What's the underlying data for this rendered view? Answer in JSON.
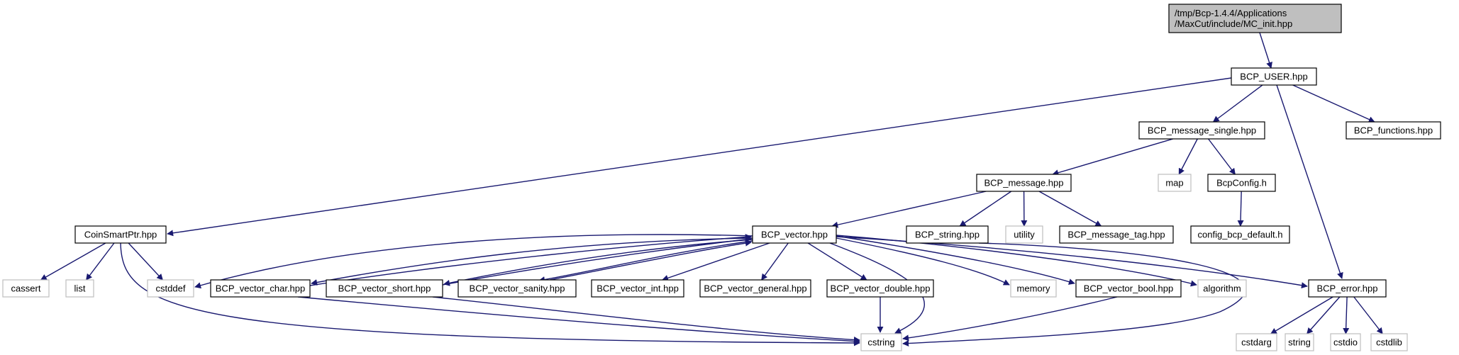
{
  "diagram": {
    "type": "include-dependency-graph",
    "colors": {
      "edge": "#191970",
      "root_fill": "#bfbfbf",
      "node_border": "#000000",
      "external_border": "#bfbfbf",
      "node_fill": "#ffffff"
    },
    "nodes": [
      {
        "id": "mc_init",
        "label_lines": [
          "/tmp/Bcp-1.4.4/Applications",
          "/MaxCut/include/MC_init.hpp"
        ],
        "kind": "root"
      },
      {
        "id": "bcp_user",
        "label_lines": [
          "BCP_USER.hpp"
        ],
        "kind": "project"
      },
      {
        "id": "bcp_message_single",
        "label_lines": [
          "BCP_message_single.hpp"
        ],
        "kind": "project"
      },
      {
        "id": "bcp_functions",
        "label_lines": [
          "BCP_functions.hpp"
        ],
        "kind": "project"
      },
      {
        "id": "map",
        "label_lines": [
          "map"
        ],
        "kind": "external"
      },
      {
        "id": "bcpconfig",
        "label_lines": [
          "BcpConfig.h"
        ],
        "kind": "project"
      },
      {
        "id": "bcp_message",
        "label_lines": [
          "BCP_message.hpp"
        ],
        "kind": "project"
      },
      {
        "id": "coinsmartptr",
        "label_lines": [
          "CoinSmartPtr.hpp"
        ],
        "kind": "project"
      },
      {
        "id": "bcp_vector",
        "label_lines": [
          "BCP_vector.hpp"
        ],
        "kind": "project"
      },
      {
        "id": "bcp_string",
        "label_lines": [
          "BCP_string.hpp"
        ],
        "kind": "project"
      },
      {
        "id": "utility",
        "label_lines": [
          "utility"
        ],
        "kind": "external"
      },
      {
        "id": "bcp_message_tag",
        "label_lines": [
          "BCP_message_tag.hpp"
        ],
        "kind": "project"
      },
      {
        "id": "config_bcp_default",
        "label_lines": [
          "config_bcp_default.h"
        ],
        "kind": "project"
      },
      {
        "id": "cassert",
        "label_lines": [
          "cassert"
        ],
        "kind": "external"
      },
      {
        "id": "list",
        "label_lines": [
          "list"
        ],
        "kind": "external"
      },
      {
        "id": "cstddef",
        "label_lines": [
          "cstddef"
        ],
        "kind": "external"
      },
      {
        "id": "bcp_vector_char",
        "label_lines": [
          "BCP_vector_char.hpp"
        ],
        "kind": "project"
      },
      {
        "id": "bcp_vector_short",
        "label_lines": [
          "BCP_vector_short.hpp"
        ],
        "kind": "project"
      },
      {
        "id": "bcp_vector_sanity",
        "label_lines": [
          "BCP_vector_sanity.hpp"
        ],
        "kind": "project"
      },
      {
        "id": "bcp_vector_int",
        "label_lines": [
          "BCP_vector_int.hpp"
        ],
        "kind": "project"
      },
      {
        "id": "bcp_vector_general",
        "label_lines": [
          "BCP_vector_general.hpp"
        ],
        "kind": "project"
      },
      {
        "id": "bcp_vector_double",
        "label_lines": [
          "BCP_vector_double.hpp"
        ],
        "kind": "project"
      },
      {
        "id": "memory",
        "label_lines": [
          "memory"
        ],
        "kind": "external"
      },
      {
        "id": "bcp_vector_bool",
        "label_lines": [
          "BCP_vector_bool.hpp"
        ],
        "kind": "project"
      },
      {
        "id": "algorithm",
        "label_lines": [
          "algorithm"
        ],
        "kind": "external"
      },
      {
        "id": "bcp_error",
        "label_lines": [
          "BCP_error.hpp"
        ],
        "kind": "project"
      },
      {
        "id": "cstring",
        "label_lines": [
          "cstring"
        ],
        "kind": "external"
      },
      {
        "id": "cstdarg",
        "label_lines": [
          "cstdarg"
        ],
        "kind": "external"
      },
      {
        "id": "string",
        "label_lines": [
          "string"
        ],
        "kind": "external"
      },
      {
        "id": "cstdio",
        "label_lines": [
          "cstdio"
        ],
        "kind": "external"
      },
      {
        "id": "cstdlib",
        "label_lines": [
          "cstdlib"
        ],
        "kind": "external"
      }
    ],
    "edges": [
      [
        "mc_init",
        "bcp_user"
      ],
      [
        "bcp_user",
        "coinsmartptr"
      ],
      [
        "bcp_user",
        "bcp_message_single"
      ],
      [
        "bcp_user",
        "bcp_functions"
      ],
      [
        "bcp_user",
        "bcp_error"
      ],
      [
        "bcp_message_single",
        "bcp_message"
      ],
      [
        "bcp_message_single",
        "map"
      ],
      [
        "bcp_message_single",
        "bcpconfig"
      ],
      [
        "bcpconfig",
        "config_bcp_default"
      ],
      [
        "bcp_message",
        "bcp_vector"
      ],
      [
        "bcp_message",
        "bcp_string"
      ],
      [
        "bcp_message",
        "utility"
      ],
      [
        "bcp_message",
        "bcp_message_tag"
      ],
      [
        "coinsmartptr",
        "cassert"
      ],
      [
        "coinsmartptr",
        "list"
      ],
      [
        "coinsmartptr",
        "cstddef"
      ],
      [
        "coinsmartptr",
        "cstring"
      ],
      [
        "bcp_string",
        "cstring"
      ],
      [
        "bcp_vector",
        "cstddef"
      ],
      [
        "bcp_vector",
        "bcp_vector_char"
      ],
      [
        "bcp_vector",
        "bcp_vector_short"
      ],
      [
        "bcp_vector",
        "bcp_vector_sanity"
      ],
      [
        "bcp_vector",
        "bcp_vector_int"
      ],
      [
        "bcp_vector",
        "bcp_vector_general"
      ],
      [
        "bcp_vector",
        "bcp_vector_double"
      ],
      [
        "bcp_vector",
        "memory"
      ],
      [
        "bcp_vector",
        "bcp_vector_bool"
      ],
      [
        "bcp_vector",
        "algorithm"
      ],
      [
        "bcp_vector",
        "bcp_error"
      ],
      [
        "bcp_vector",
        "cstring"
      ],
      [
        "bcp_vector_char",
        "bcp_vector"
      ],
      [
        "bcp_vector_short",
        "bcp_vector"
      ],
      [
        "bcp_vector_sanity",
        "bcp_vector"
      ],
      [
        "bcp_vector_char",
        "cstring"
      ],
      [
        "bcp_vector_short",
        "cstring"
      ],
      [
        "bcp_vector_double",
        "cstring"
      ],
      [
        "bcp_vector_bool",
        "cstring"
      ],
      [
        "bcp_error",
        "cstdarg"
      ],
      [
        "bcp_error",
        "string"
      ],
      [
        "bcp_error",
        "cstdio"
      ],
      [
        "bcp_error",
        "cstdlib"
      ]
    ]
  }
}
